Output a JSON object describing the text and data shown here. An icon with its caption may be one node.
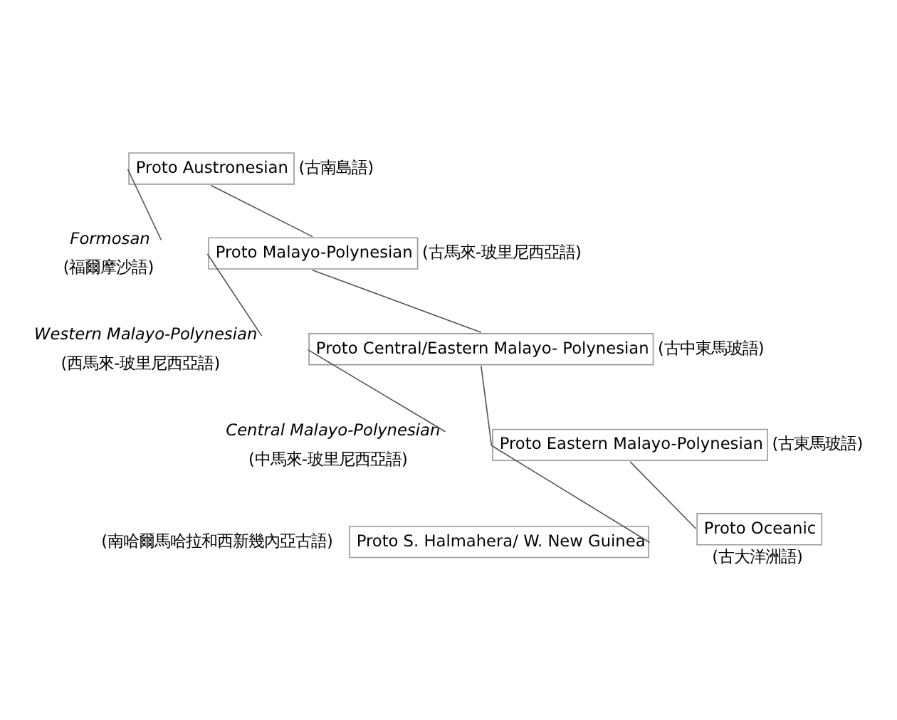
{
  "diagram": {
    "nodes": [
      {
        "text": [
          "Proto Austronesian"
        ],
        "beside": [
          "(古南島語)"
        ]
      },
      {
        "text": [
          "Formosan"
        ],
        "beside": [
          "(福爾摩沙語)"
        ]
      },
      {
        "text": [
          "Proto Malayo-Polynesian"
        ],
        "beside": [
          "(古馬來-玻里尼西亞語)"
        ]
      },
      {
        "text": [
          "Western Malayo-Polynesian"
        ],
        "beside": [
          "(西馬來-玻里尼西亞語)"
        ]
      },
      {
        "text": [
          "Proto Central/Eastern Malayo- Polynesian"
        ],
        "beside": [
          "(古中東馬玻語)"
        ]
      },
      {
        "text": [
          "Central Malayo-Polynesian"
        ],
        "beside": [
          "(中馬來-玻里尼西亞語)"
        ]
      },
      {
        "text": [
          "Proto Eastern Malayo-Polynesian"
        ],
        "beside": [
          "(古東馬玻語)"
        ]
      },
      {
        "text": [
          "Proto S. Halmahera/ W. New Guinea"
        ],
        "beside": [
          "(南哈爾馬哈拉和西新幾內亞古語)"
        ]
      },
      {
        "text": [
          "Proto Oceanic"
        ],
        "beside": [
          "(古大洋洲語)"
        ]
      }
    ],
    "edges": [
      {
        "from": 0,
        "to": 1,
        "arrow": "none"
      },
      {
        "from": 0,
        "to": 2,
        "arrow": "none"
      },
      {
        "from": 2,
        "to": 3,
        "arrow": "none"
      },
      {
        "from": 2,
        "to": 4,
        "arrow": "none"
      },
      {
        "from": 4,
        "to": 5,
        "arrow": "none"
      },
      {
        "from": 4,
        "to": 6,
        "arrow": "none"
      },
      {
        "from": 6,
        "to": 7,
        "arrow": "none"
      },
      {
        "from": 6,
        "to": 8,
        "arrow": "none"
      }
    ]
  }
}
